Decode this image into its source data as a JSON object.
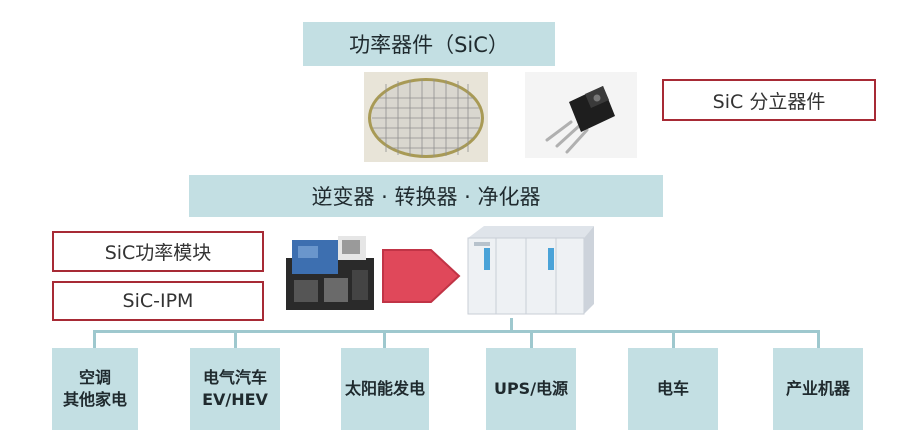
{
  "title": "功率器件（SiC）",
  "converter": "逆变器 · 转换器 · 净化器",
  "labels": {
    "discrete": "SiC 分立器件",
    "module": "SiC功率模块",
    "ipm": "SiC-IPM"
  },
  "applications": [
    {
      "line1": "空调",
      "line2": "其他家电"
    },
    {
      "line1": "电气汽车",
      "line2": "EV/HEV"
    },
    {
      "line1": "太阳能发电",
      "line2": ""
    },
    {
      "line1": "UPS/电源",
      "line2": ""
    },
    {
      "line1": "电车",
      "line2": ""
    },
    {
      "line1": "产业机器",
      "line2": ""
    }
  ],
  "colors": {
    "box": "#c3dfe3",
    "accent_border": "#a72a35",
    "arrow": "#e0485a"
  },
  "icons": [
    "wafer-image",
    "transistor-image",
    "power-module-image",
    "cabinet-image",
    "arrow-icon"
  ]
}
